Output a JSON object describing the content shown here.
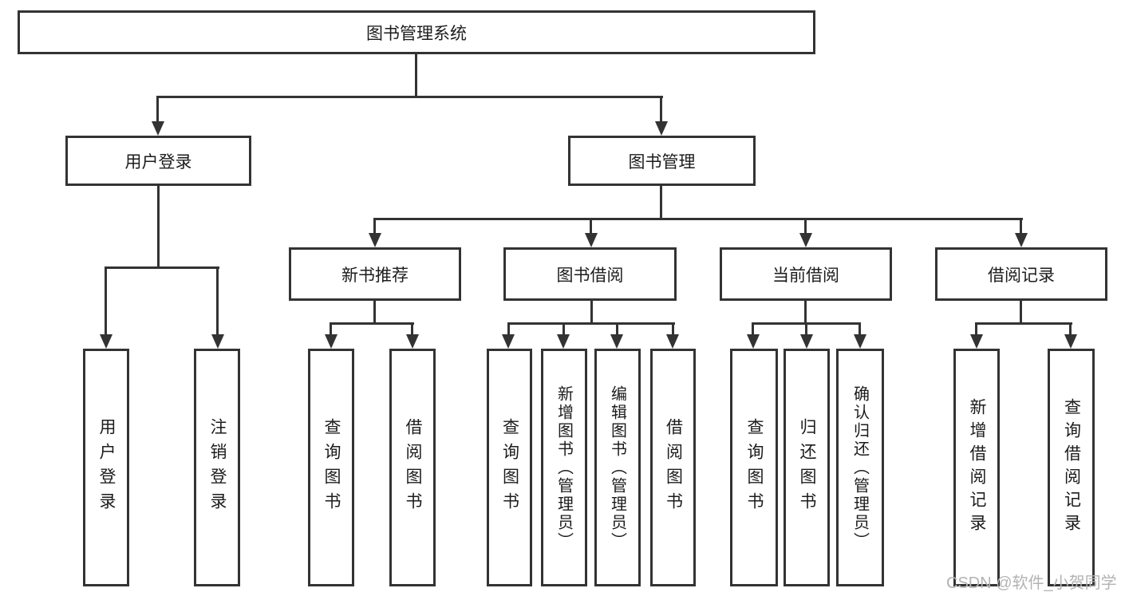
{
  "root": {
    "label": "图书管理系统"
  },
  "level2": {
    "user_login": "用户登录",
    "book_management": "图书管理"
  },
  "level3": {
    "new_book_recommend": "新书推荐",
    "book_borrowing": "图书借阅",
    "current_borrowing": "当前借阅",
    "borrowing_records": "借阅记录"
  },
  "leaves": {
    "user_login": "用户登录",
    "logout_login": "注销登录",
    "recommend_query_books": "查询图书",
    "recommend_borrow_books": "借阅图书",
    "borrowing_query_books": "查询图书",
    "add_book_admin": "新增图书（管理员）",
    "edit_book_admin": "编辑图书（管理员）",
    "borrowing_borrow_books": "借阅图书",
    "current_query_books": "查询图书",
    "return_books": "归还图书",
    "confirm_return_admin": "确认归还（管理员）",
    "add_borrow_record": "新增借阅记录",
    "query_borrow_record": "查询借阅记录"
  },
  "watermark": {
    "text": "CSDN @软件_小贺同学"
  },
  "colors": {
    "line": "#333333",
    "box_border": "#333333",
    "text": "#1c1c1c",
    "background": "#ffffff",
    "watermark": "#b3b3b3"
  }
}
